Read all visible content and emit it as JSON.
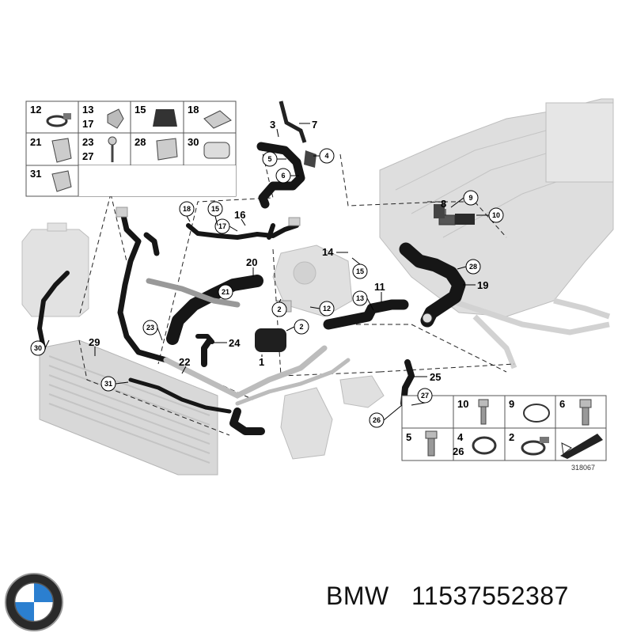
{
  "diagram": {
    "drawing_number": "318067",
    "top_legend": [
      {
        "labels": [
          "12"
        ],
        "icon": "hose-clamp-icon"
      },
      {
        "labels": [
          "13",
          "17"
        ],
        "icon": "spring-clip-icon"
      },
      {
        "labels": [
          "15"
        ],
        "icon": "rubber-grommet-icon"
      },
      {
        "labels": [
          "18"
        ],
        "icon": "hose-clip-icon"
      },
      {
        "labels": [
          "21"
        ],
        "icon": "bracket-clip-icon"
      },
      {
        "labels": [
          "23",
          "27"
        ],
        "icon": "push-pin-icon"
      },
      {
        "labels": [
          "28"
        ],
        "icon": "bracket-clip-icon"
      },
      {
        "labels": [
          "30"
        ],
        "icon": "hose-clamp-icon"
      },
      {
        "labels": [
          "31"
        ],
        "icon": "clip-icon"
      }
    ],
    "bottom_legend": [
      {
        "labels": [
          "10"
        ],
        "icon": "bolt-icon"
      },
      {
        "labels": [
          "9"
        ],
        "icon": "o-ring-icon"
      },
      {
        "labels": [
          "6"
        ],
        "icon": "socket-bolt-icon"
      },
      {
        "labels": [
          "5"
        ],
        "icon": "bolt-icon"
      },
      {
        "labels": [
          "4",
          "26"
        ],
        "icon": "o-ring-icon"
      },
      {
        "labels": [
          "2"
        ],
        "icon": "hose-clamp-icon"
      },
      {
        "labels": [],
        "icon": "shim-arrow-icon"
      }
    ],
    "plain_labels": [
      "3",
      "7",
      "16",
      "20",
      "14",
      "11",
      "19",
      "8",
      "29",
      "22",
      "24",
      "1",
      "25"
    ],
    "circled_labels": [
      "5",
      "6",
      "4",
      "18",
      "15",
      "17",
      "9",
      "10",
      "28",
      "21",
      "15",
      "2",
      "12",
      "13",
      "2",
      "23",
      "30",
      "31",
      "27",
      "26"
    ]
  },
  "footer": {
    "brand": "BMW",
    "part_number": "11537552387"
  }
}
